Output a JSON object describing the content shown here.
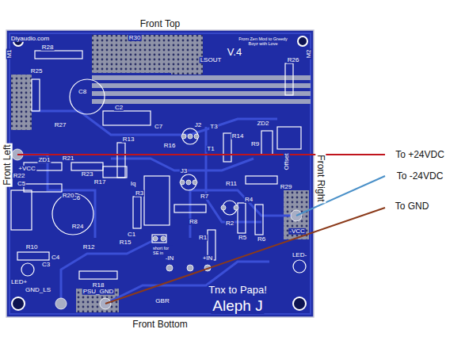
{
  "diagram": {
    "labels": [
      "Front Top",
      "Front Left",
      "Front Right",
      "Front Bottom",
      "To +24VDC",
      "To -24VDC",
      "To GND",
      "Diyaudio.com",
      "M1",
      "M2",
      "R30",
      "R28",
      "LSOUT",
      "V.4",
      "From Zen Mod to Greedy Boyz with Love",
      "R25",
      "R26",
      "C8",
      "R27",
      "+VCC",
      "Offset",
      "R29",
      "-VCC",
      "C6",
      "C5",
      "R10",
      "R12",
      "C4",
      "R18",
      "LED+",
      "LED-",
      "GND_LS",
      "PSU_GND",
      "GBR",
      "Tnx to Papa!",
      "Aleph J",
      "-IN",
      "+IN",
      "short for SE in",
      "C1",
      "Iq",
      "R22",
      "R21",
      "R20",
      "ZD1",
      "R23",
      "R13",
      "R16",
      "J2",
      "T3",
      "T1",
      "R14",
      "ZD2",
      "R9",
      "R11",
      "J3",
      "R7",
      "R3",
      "R4",
      "R6",
      "R1",
      "R2",
      "R5",
      "C7",
      "R15",
      "R8",
      "R24",
      "R17",
      "C3",
      "C2"
    ]
  }
}
